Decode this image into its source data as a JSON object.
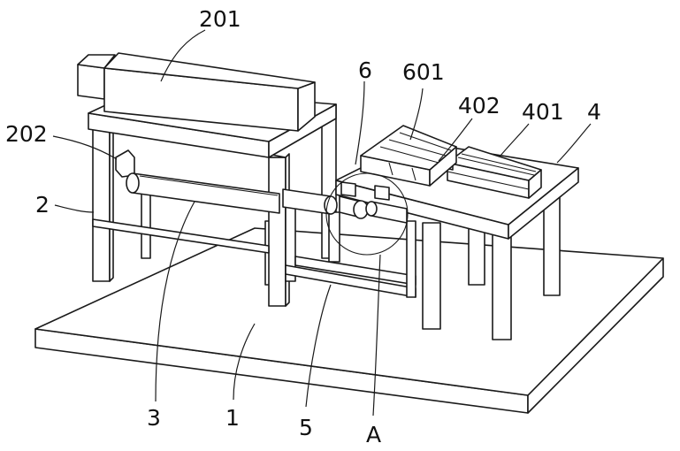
{
  "labels": {
    "l201": "201",
    "l202": "202",
    "l2": "2",
    "l3": "3",
    "l1": "1",
    "l5": "5",
    "lA": "A",
    "l6": "6",
    "l601": "601",
    "l402": "402",
    "l401": "401",
    "l4": "4"
  }
}
